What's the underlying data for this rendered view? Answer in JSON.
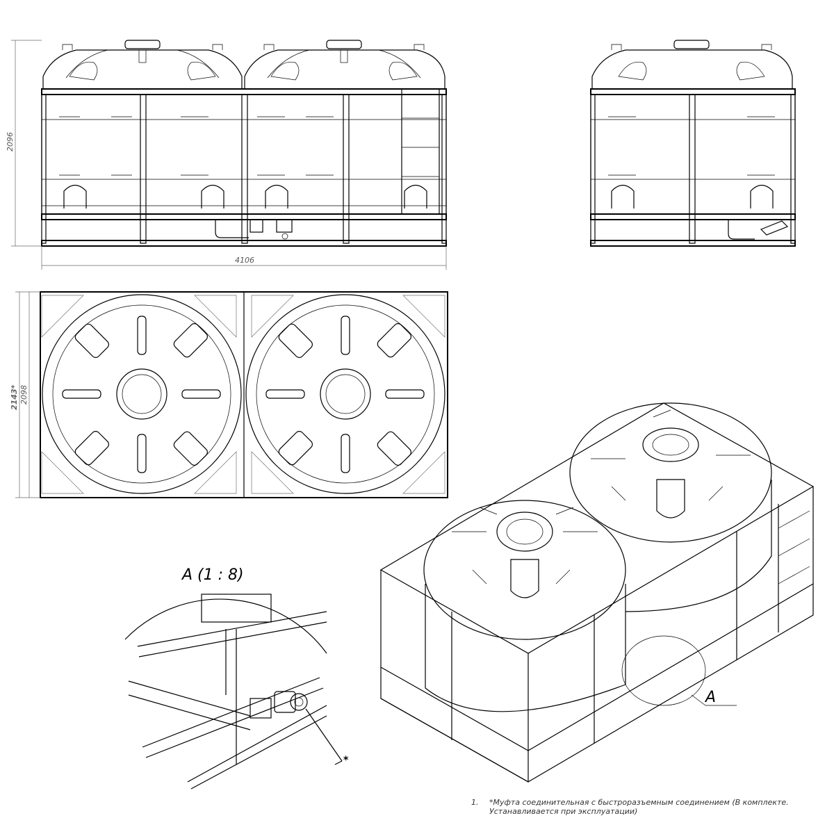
{
  "dimensions": {
    "height": "2096",
    "length": "4106",
    "width_outer": "2143*",
    "width_inner": "2098"
  },
  "detail": {
    "title": "A (1 : 8)",
    "callout_label": "A",
    "marker": "*"
  },
  "notes": {
    "number": "1.",
    "line1": "*Муфта соединительная с быстроразъемным соединением (В комплекте.",
    "line2": "Устанавливается при эксплуатации)"
  }
}
